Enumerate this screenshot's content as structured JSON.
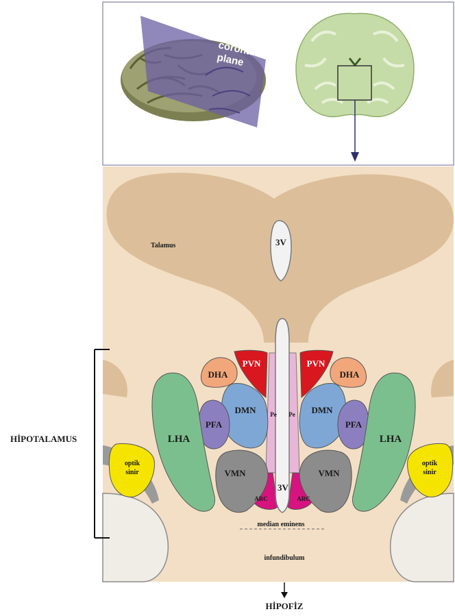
{
  "top_panel": {
    "plane_label_line1": "coronal",
    "plane_label_line2": "plane"
  },
  "labels": {
    "thalamus": "Talamus",
    "third_ventricle_top": "3V",
    "third_ventricle_bottom": "3V",
    "hypothalamus": "HİPOTALAMUS",
    "pvn_left": "PVN",
    "pvn_right": "PVN",
    "dha_left": "DHA",
    "dha_right": "DHA",
    "dmn_left": "DMN",
    "dmn_right": "DMN",
    "pfa_left": "PFA",
    "pfa_right": "PFA",
    "lha_left": "LHA",
    "lha_right": "LHA",
    "vmn_left": "VMN",
    "vmn_right": "VMN",
    "arc_left": "ARC",
    "arc_right": "ARC",
    "pe_left": "Pe",
    "pe_right": "Pe",
    "optic_left_line1": "optik",
    "optic_left_line2": "sinir",
    "optic_right_line1": "optik",
    "optic_right_line2": "sinir",
    "median_eminence": "median eminens",
    "infundibulum": "infundibulum",
    "pituitary": "HİPOFİZ"
  },
  "colors": {
    "background_tissue": "#f3dfc5",
    "thalamus": "#dcbf9a",
    "ventricle": "#f2f2f2",
    "pvn": "#d9171f",
    "dha": "#f2a77a",
    "dmn": "#7fa7d6",
    "pfa": "#8c7fc0",
    "lha": "#7cbf8e",
    "vmn": "#8c8c8c",
    "arc": "#d6137e",
    "pe": "#e8b7d8",
    "optic": "#f5e400",
    "arrow": "#2e2f6b"
  }
}
